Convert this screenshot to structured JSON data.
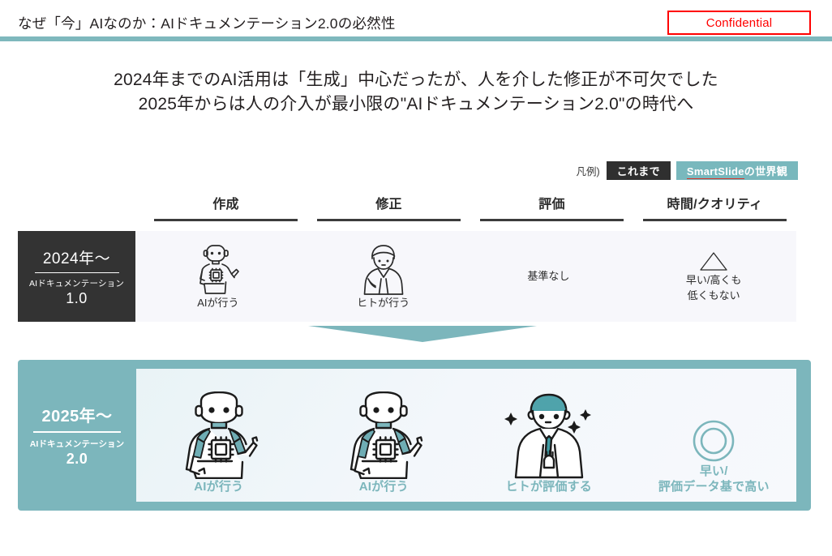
{
  "header": {
    "title": "なぜ「今」AIなのか：AIドキュメンテーション2.0の必然性",
    "confidential_label": "Confidential",
    "accent_color": "#7eb8bd",
    "confidential_color": "#ff0000"
  },
  "subtitle": {
    "line1": "2024年までのAI活用は「生成」中心だったが、人を介した修正が不可欠でした",
    "line2": "2025年からは人の介入が最小限の\"AIドキュメンテーション2.0\"の時代へ"
  },
  "legend": {
    "prefix": "凡例)",
    "chips": [
      {
        "label": "これまで",
        "style": "dark",
        "color": "#2f2f2f"
      },
      {
        "label": "SmartSlideの世界観",
        "style": "teal",
        "color": "#79b8bd",
        "emphasis": "SmartSlide"
      }
    ]
  },
  "columns": [
    {
      "label": "作成"
    },
    {
      "label": "修正"
    },
    {
      "label": "評価"
    },
    {
      "label": "時間/クオリティ"
    }
  ],
  "rows": [
    {
      "era": "2024",
      "badge": {
        "year": "2024年〜",
        "subtitle": "AIドキュメンテーション",
        "version": "1.0",
        "background": "#333333"
      },
      "cells": [
        {
          "icon": "robot-outline-icon",
          "label": "AIが行う"
        },
        {
          "icon": "person-outline-icon",
          "label": "ヒトが行う"
        },
        {
          "icon": "none",
          "label": "基準なし"
        },
        {
          "icon": "triangle-outline-icon",
          "label": "早い/高くも\n低くもない",
          "label_line1": "早い/高くも",
          "label_line2": "低くもない"
        }
      ]
    },
    {
      "era": "2025",
      "badge": {
        "year": "2025年〜",
        "subtitle": "AIドキュメンテーション",
        "version": "2.0",
        "background": "#7cb6bc"
      },
      "cells": [
        {
          "icon": "robot-color-icon",
          "label": "AIが行う"
        },
        {
          "icon": "robot-color-icon",
          "label": "AIが行う"
        },
        {
          "icon": "person-sparkle-icon",
          "label": "ヒトが評価する"
        },
        {
          "icon": "double-circle-icon",
          "label": "早い/\n評価データ基で高い",
          "label_line1": "早い/",
          "label_line2": "評価データ基で高い"
        }
      ]
    }
  ],
  "flow_arrow": {
    "direction": "down",
    "color": "#7cb6bc"
  }
}
